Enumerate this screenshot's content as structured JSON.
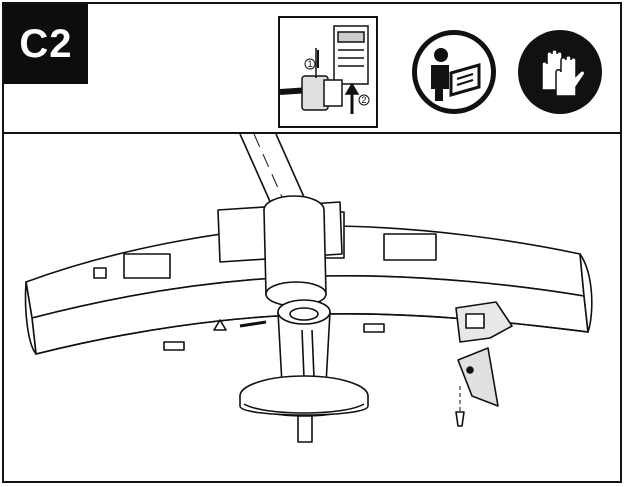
{
  "page": {
    "step_label": "C2"
  },
  "inset": {
    "callout_1": "1",
    "callout_2": "2"
  },
  "icons": {
    "read_manual": "read-manual-icon",
    "wear_gloves": "wear-gloves-icon"
  },
  "colors": {
    "ink": "#111111",
    "paper": "#ffffff",
    "shade": "#d9d9d9"
  }
}
